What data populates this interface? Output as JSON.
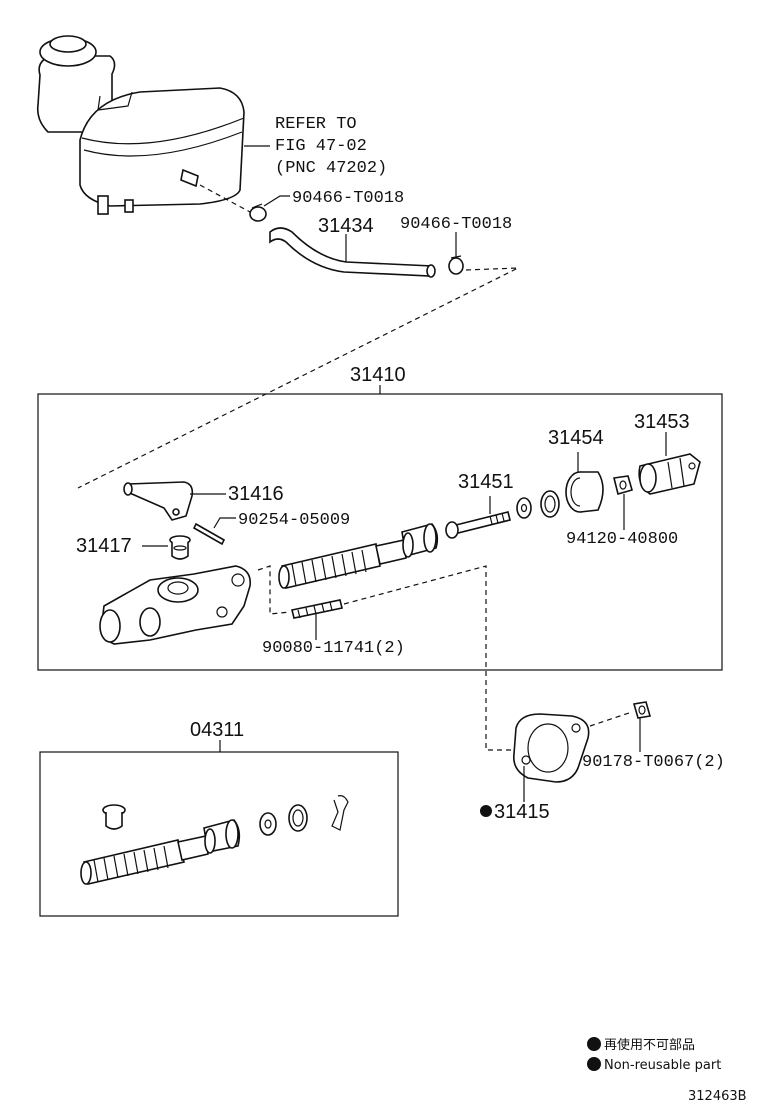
{
  "refer": {
    "line1": "REFER TO",
    "line2": "FIG 47-02",
    "line3": "(PNC 47202)"
  },
  "parts": {
    "clamp_upper": "90466-T0018",
    "hose": "31434",
    "clamp_lower": "90466-T0018",
    "master_cyl_assy": "31410",
    "reservoir_hose": "31416",
    "pin": "90254-05009",
    "grommet": "31417",
    "push_rod": "31451",
    "boot": "31454",
    "clevis": "31453",
    "nut": "94120-40800",
    "stud": "90080-11741(2)",
    "kit": "04311",
    "gasket": "31415",
    "flange_nut": "90178-T0067(2)"
  },
  "legend": {
    "jp": "再使用不可部品",
    "en": "Non-reusable part"
  },
  "figure_id": "312463B"
}
